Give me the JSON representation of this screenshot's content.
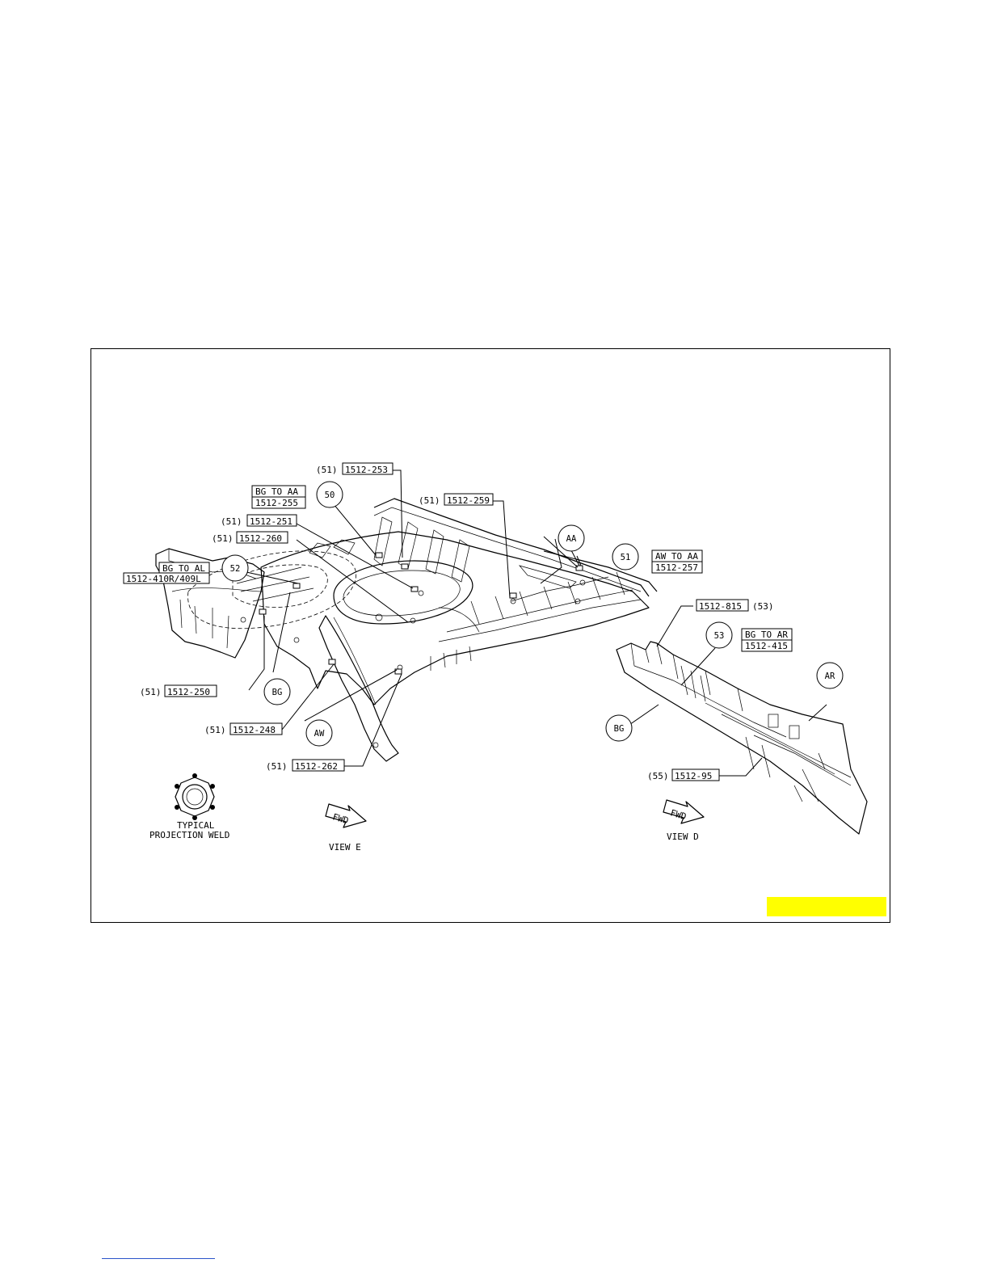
{
  "colors": {
    "frame": "#000000",
    "highlight": "#ffff00",
    "link": "#2b54c9"
  },
  "labels": {
    "l1_prefix": "(51)",
    "l1_code": "1512-253",
    "l2_prefix": "(51)",
    "l2_code": "1512-259",
    "l3_text1": "BG TO AA",
    "l3_text2": "1512-255",
    "l4_prefix": "(51)",
    "l4_code": "1512-251",
    "l5_prefix": "(51)",
    "l5_code": "1512-260",
    "l6_text1": "BG TO AL",
    "l6_text2": "1512-410R/409L",
    "l7_text1": "AW TO AA",
    "l7_text2": "1512-257",
    "l8_code": "1512-815",
    "l8_suffix": "(53)",
    "l9_text1": "BG TO AR",
    "l9_text2": "1512-415",
    "l10_prefix": "(51)",
    "l10_code": "1512-250",
    "l11_prefix": "(51)",
    "l11_code": "1512-248",
    "l12_prefix": "(51)",
    "l12_code": "1512-262",
    "l13_prefix": "(55)",
    "l13_code": "1512-95"
  },
  "callouts": {
    "c50": "50",
    "c52": "52",
    "c51": "51",
    "c53": "53",
    "aa": "AA",
    "ar": "AR",
    "bg_left": "BG",
    "bg_right": "BG",
    "aw": "AW"
  },
  "legend": {
    "weld_line1": "TYPICAL",
    "weld_line2": "PROJECTION WELD"
  },
  "views": {
    "left_view": "VIEW E",
    "right_view": "VIEW D",
    "fwd": "FWD"
  }
}
